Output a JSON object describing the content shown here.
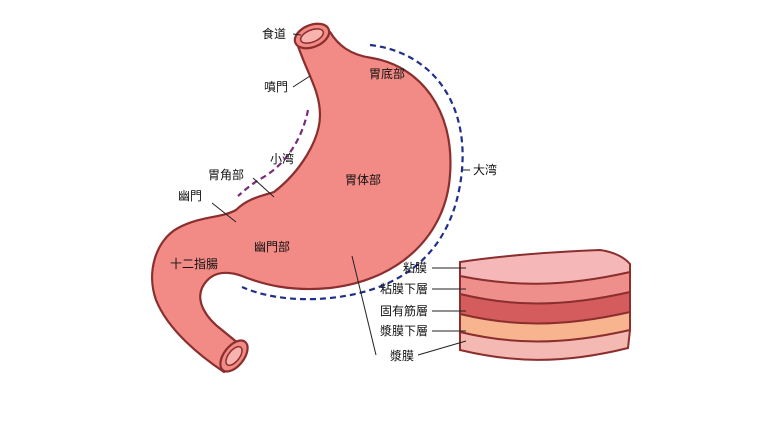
{
  "stomach": {
    "esophagus": "食道",
    "cardia": "噴門",
    "fundus": "胃底部",
    "greater_curvature": "大湾",
    "lesser_curvature": "小湾",
    "angular_incisure": "胃角部",
    "pylorus": "幽門",
    "body": "胃体部",
    "antrum": "幽門部",
    "duodenum": "十二指腸"
  },
  "wall_layers": {
    "mucosa": "粘膜",
    "submucosa": "粘膜下層",
    "muscularis": "固有筋層",
    "subserosa": "漿膜下層",
    "serosa": "漿膜"
  },
  "colors": {
    "outline": "#8a2e2e",
    "stomach_fill": "#f28a86",
    "stomach_inner": "#f9b3ae",
    "greater_curve_dash": "#1f2f8a",
    "lesser_curve_dash": "#7a2a7a",
    "mucosa": "#f6b7b8",
    "submucosa": "#ef8f8b",
    "muscularis": "#d45c5c",
    "subserosa": "#f7b48e",
    "serosa": "#f5b9b3"
  }
}
